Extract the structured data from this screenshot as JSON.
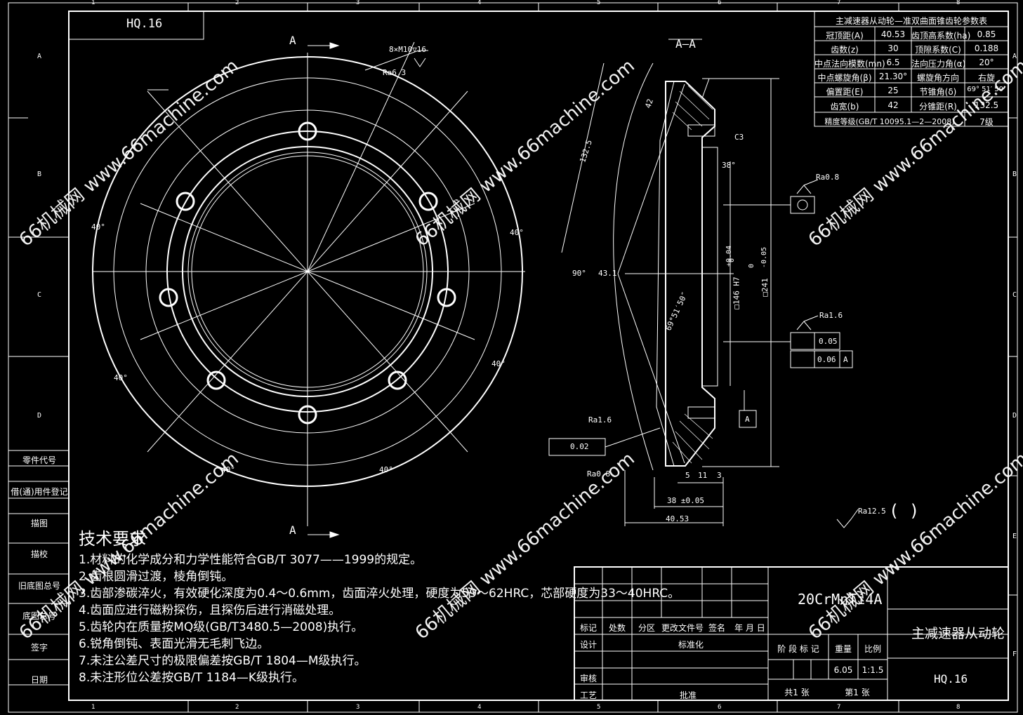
{
  "drawing_code": "HQ.16",
  "grid": {
    "cols": [
      "1",
      "2",
      "3",
      "4",
      "5",
      "6",
      "7",
      "8"
    ],
    "rows": [
      "A",
      "B",
      "C",
      "D",
      "E",
      "F"
    ]
  },
  "left_sidebar": [
    "零件代号",
    "借(通)用件登记",
    "描图",
    "描校",
    "旧底图总号",
    "底图总号",
    "签字",
    "日期"
  ],
  "views": {
    "front_label_top": "A",
    "front_label_bottom": "A",
    "section_label": "A—A"
  },
  "front_annotations": {
    "holes": "8×M10▽16",
    "roughness": "Ra6.3",
    "angles": [
      "40°",
      "40°",
      "40°",
      "40°",
      "40°",
      "40°"
    ]
  },
  "section_annotations": {
    "dim_1325": "132.5",
    "dim_42": "42",
    "chamfer": "C3",
    "angle_38": "38°",
    "ra08_top": "Ra0.8",
    "angle_90": "90°",
    "dim_431": "43.1",
    "pitch_angle": "69°51′50″",
    "bore_tol": "+0.04",
    "bore_tol0": "0",
    "bore": "□146 H7",
    "od_tol0": "0",
    "od_tol": "-0.05",
    "od": "□241",
    "ra16": "Ra1.6",
    "flat_tol": "0.05",
    "perp_tol": "0.06",
    "datum": "A",
    "datum_box": "A",
    "ra16_left": "Ra1.6",
    "runout_tol": "0.02",
    "ra08_left": "Ra0.8",
    "dim_5": "5",
    "dim_11": "11",
    "dim_3": "3",
    "dim_38": "38 ±0.05",
    "dim_4053": "40.53",
    "ra125": "Ra12.5",
    "paren": "(    )"
  },
  "param_table": {
    "title": "主减速器从动轮—准双曲面锥齿轮参数表",
    "rows": [
      [
        "冠顶距(A)",
        "40.53",
        "齿顶高系数(ha)",
        "0.85"
      ],
      [
        "齿数(z)",
        "30",
        "顶隙系数(C)",
        "0.188"
      ],
      [
        "中点法向模数(mn)",
        "6.5",
        "法向压力角(α)",
        "20°"
      ],
      [
        "中点螺旋角(β)",
        "21.30°",
        "螺旋角方向",
        "右旋"
      ],
      [
        "偏置距(E)",
        "25",
        "节锥角(δ)",
        "69° 51′ 50″"
      ],
      [
        "齿宽(b)",
        "42",
        "分锥距(R)",
        "132.5"
      ]
    ],
    "grade_label": "精度等级(GB/T 10095.1—2—2008)",
    "grade_value": "7级"
  },
  "tech_requirements": {
    "heading": "技术要求",
    "items": [
      "1.材料的化学成分和力学性能符合GB/T 3077——1999的规定。",
      "2.齿根圆滑过渡，棱角倒钝。",
      "3.齿部渗碳淬火，有效硬化深度为0.4～0.6mm，齿面淬火处理，硬度为59～62HRC，芯部硬度为33～40HRC。",
      "4.齿面应进行磁粉探伤，且探伤后进行消磁处理。",
      "5.齿轮内在质量按MQ级(GB/T3480.5—2008)执行。",
      "6.锐角倒钝、表面光滑无毛刺飞边。",
      "7.未注公差尺寸的极限偏差按GB/T 1804—M级执行。",
      "8.未注形位公差按GB/T 1184—K级执行。"
    ]
  },
  "title_block": {
    "material": "20CrMnTi4A",
    "part_name": "主减速器从动轮",
    "drawing_no": "HQ.16",
    "rev_headers": [
      "标记",
      "处数",
      "分区",
      "更改文件号",
      "签名",
      "年 月 日"
    ],
    "roles": [
      "设计",
      "审核",
      "工艺"
    ],
    "std": "标准化",
    "approve": "批准",
    "stage": "阶 段 标 记",
    "weight_label": "重量",
    "scale_label": "比例",
    "weight": "6.05",
    "scale": "1:1.5",
    "sheets_total": "共1 张",
    "sheet_no": "第1 张"
  },
  "watermark": "66机械网 www.66machine.com"
}
